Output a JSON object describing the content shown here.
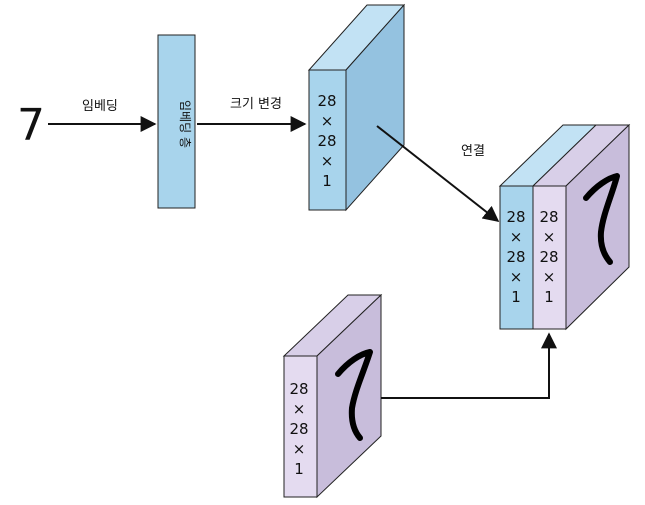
{
  "input_digit": "7",
  "labels": {
    "embedding": "임베딩",
    "embedding_layer": "임베딩 층",
    "reshape": "크기 변경",
    "concatenate": "연결"
  },
  "shapes": {
    "reshaped": [
      "28",
      "×",
      "28",
      "×",
      "1"
    ],
    "image": [
      "28",
      "×",
      "28",
      "×",
      "1"
    ],
    "concat_left": [
      "28",
      "×",
      "28",
      "×",
      "1"
    ],
    "concat_right": [
      "28",
      "×",
      "28",
      "×",
      "1"
    ]
  },
  "colors": {
    "blue_front": "#a8d4ec",
    "blue_side": "#94c2e0",
    "blue_top": "#c2e2f4",
    "purple_front": "#e4dbf0",
    "purple_side": "#c8bddb",
    "purple_top": "#d8cfe8",
    "stroke": "#222222",
    "glyph": "#000000"
  }
}
